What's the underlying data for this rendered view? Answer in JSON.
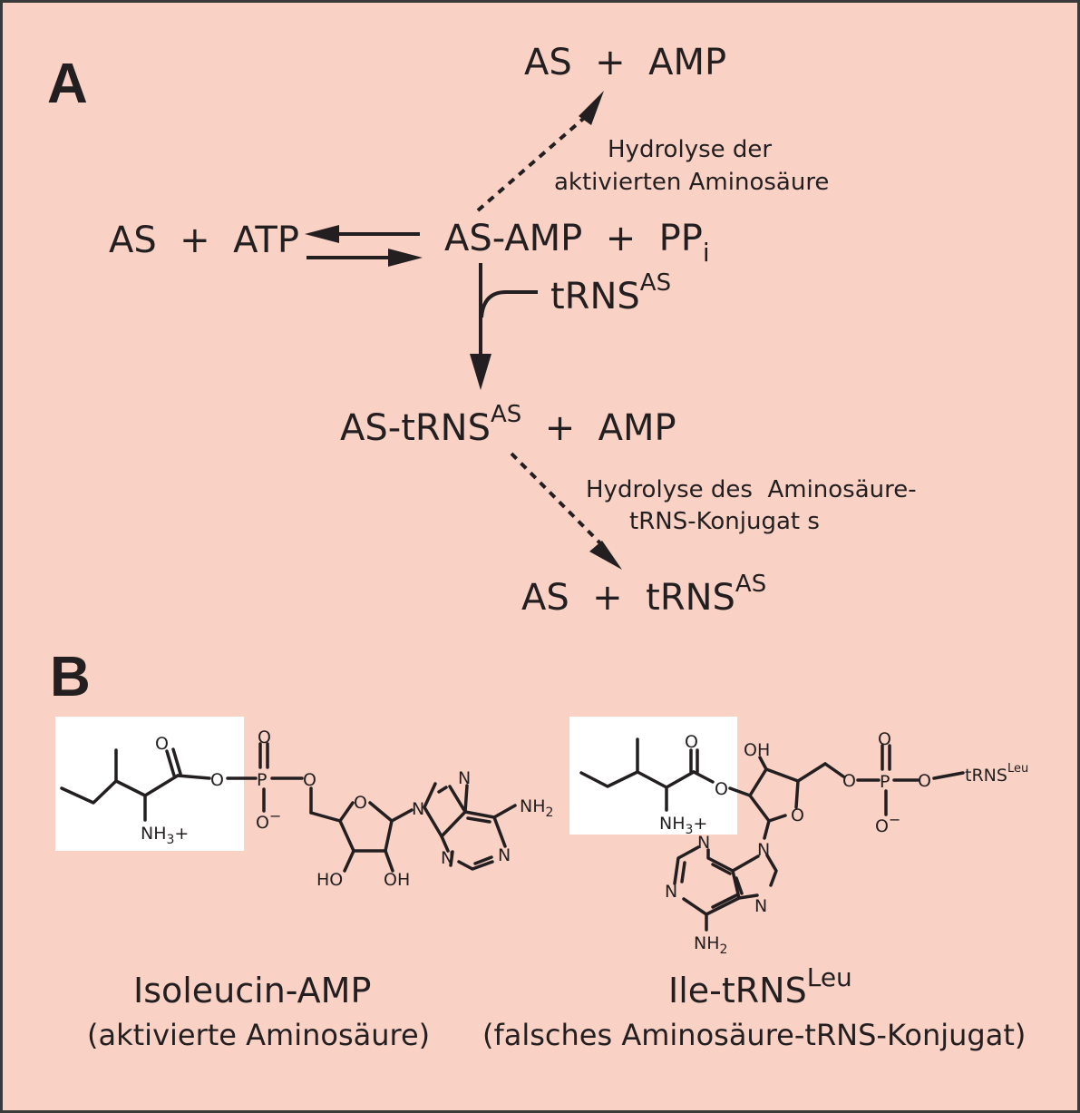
{
  "panel_a": {
    "label": "A",
    "reactants": "AS  +  ATP",
    "intermediate": "AS-AMP  +  PP",
    "intermediate_sub": "i",
    "trna": "tRNS",
    "trna_sup": "AS",
    "hydrolysis_top": {
      "line1": "Hydrolyse der",
      "line2": "aktivierten Aminosäure"
    },
    "top_product": "AS  +  AMP",
    "product_mid_a": "AS-tRNS",
    "product_mid_sup": "AS",
    "product_mid_b": "  +  AMP",
    "hydrolysis_bottom": {
      "line1": "Hydrolyse des  Aminosäure-",
      "line2": "tRNS-Konjugat s"
    },
    "bottom_product": "AS  +  tRNS",
    "bottom_product_sup": "AS"
  },
  "panel_b": {
    "label": "B",
    "atoms": {
      "O": "O",
      "P": "P",
      "O_minus": "O",
      "minus": "−",
      "NH3": "NH",
      "NH3_sub": "3",
      "NH3_plus": "+",
      "N": "N",
      "NH2": "NH",
      "NH2_sub": "2",
      "HO": "HO",
      "OH": "OH",
      "trna": "tRNS",
      "trna_sup": "Leu"
    },
    "left_caption": {
      "title": "Isoleucin-AMP",
      "subtitle": "(aktivierte Aminosäure)"
    },
    "right_caption": {
      "title": "Ile-tRNS",
      "title_sup": "Leu",
      "subtitle": "(falsches Aminosäure-tRNS-Konjugat)"
    }
  },
  "colors": {
    "background": "#f9d1c5",
    "ink": "#231f20",
    "box": "#ffffff",
    "border": "#3a3a3a"
  }
}
